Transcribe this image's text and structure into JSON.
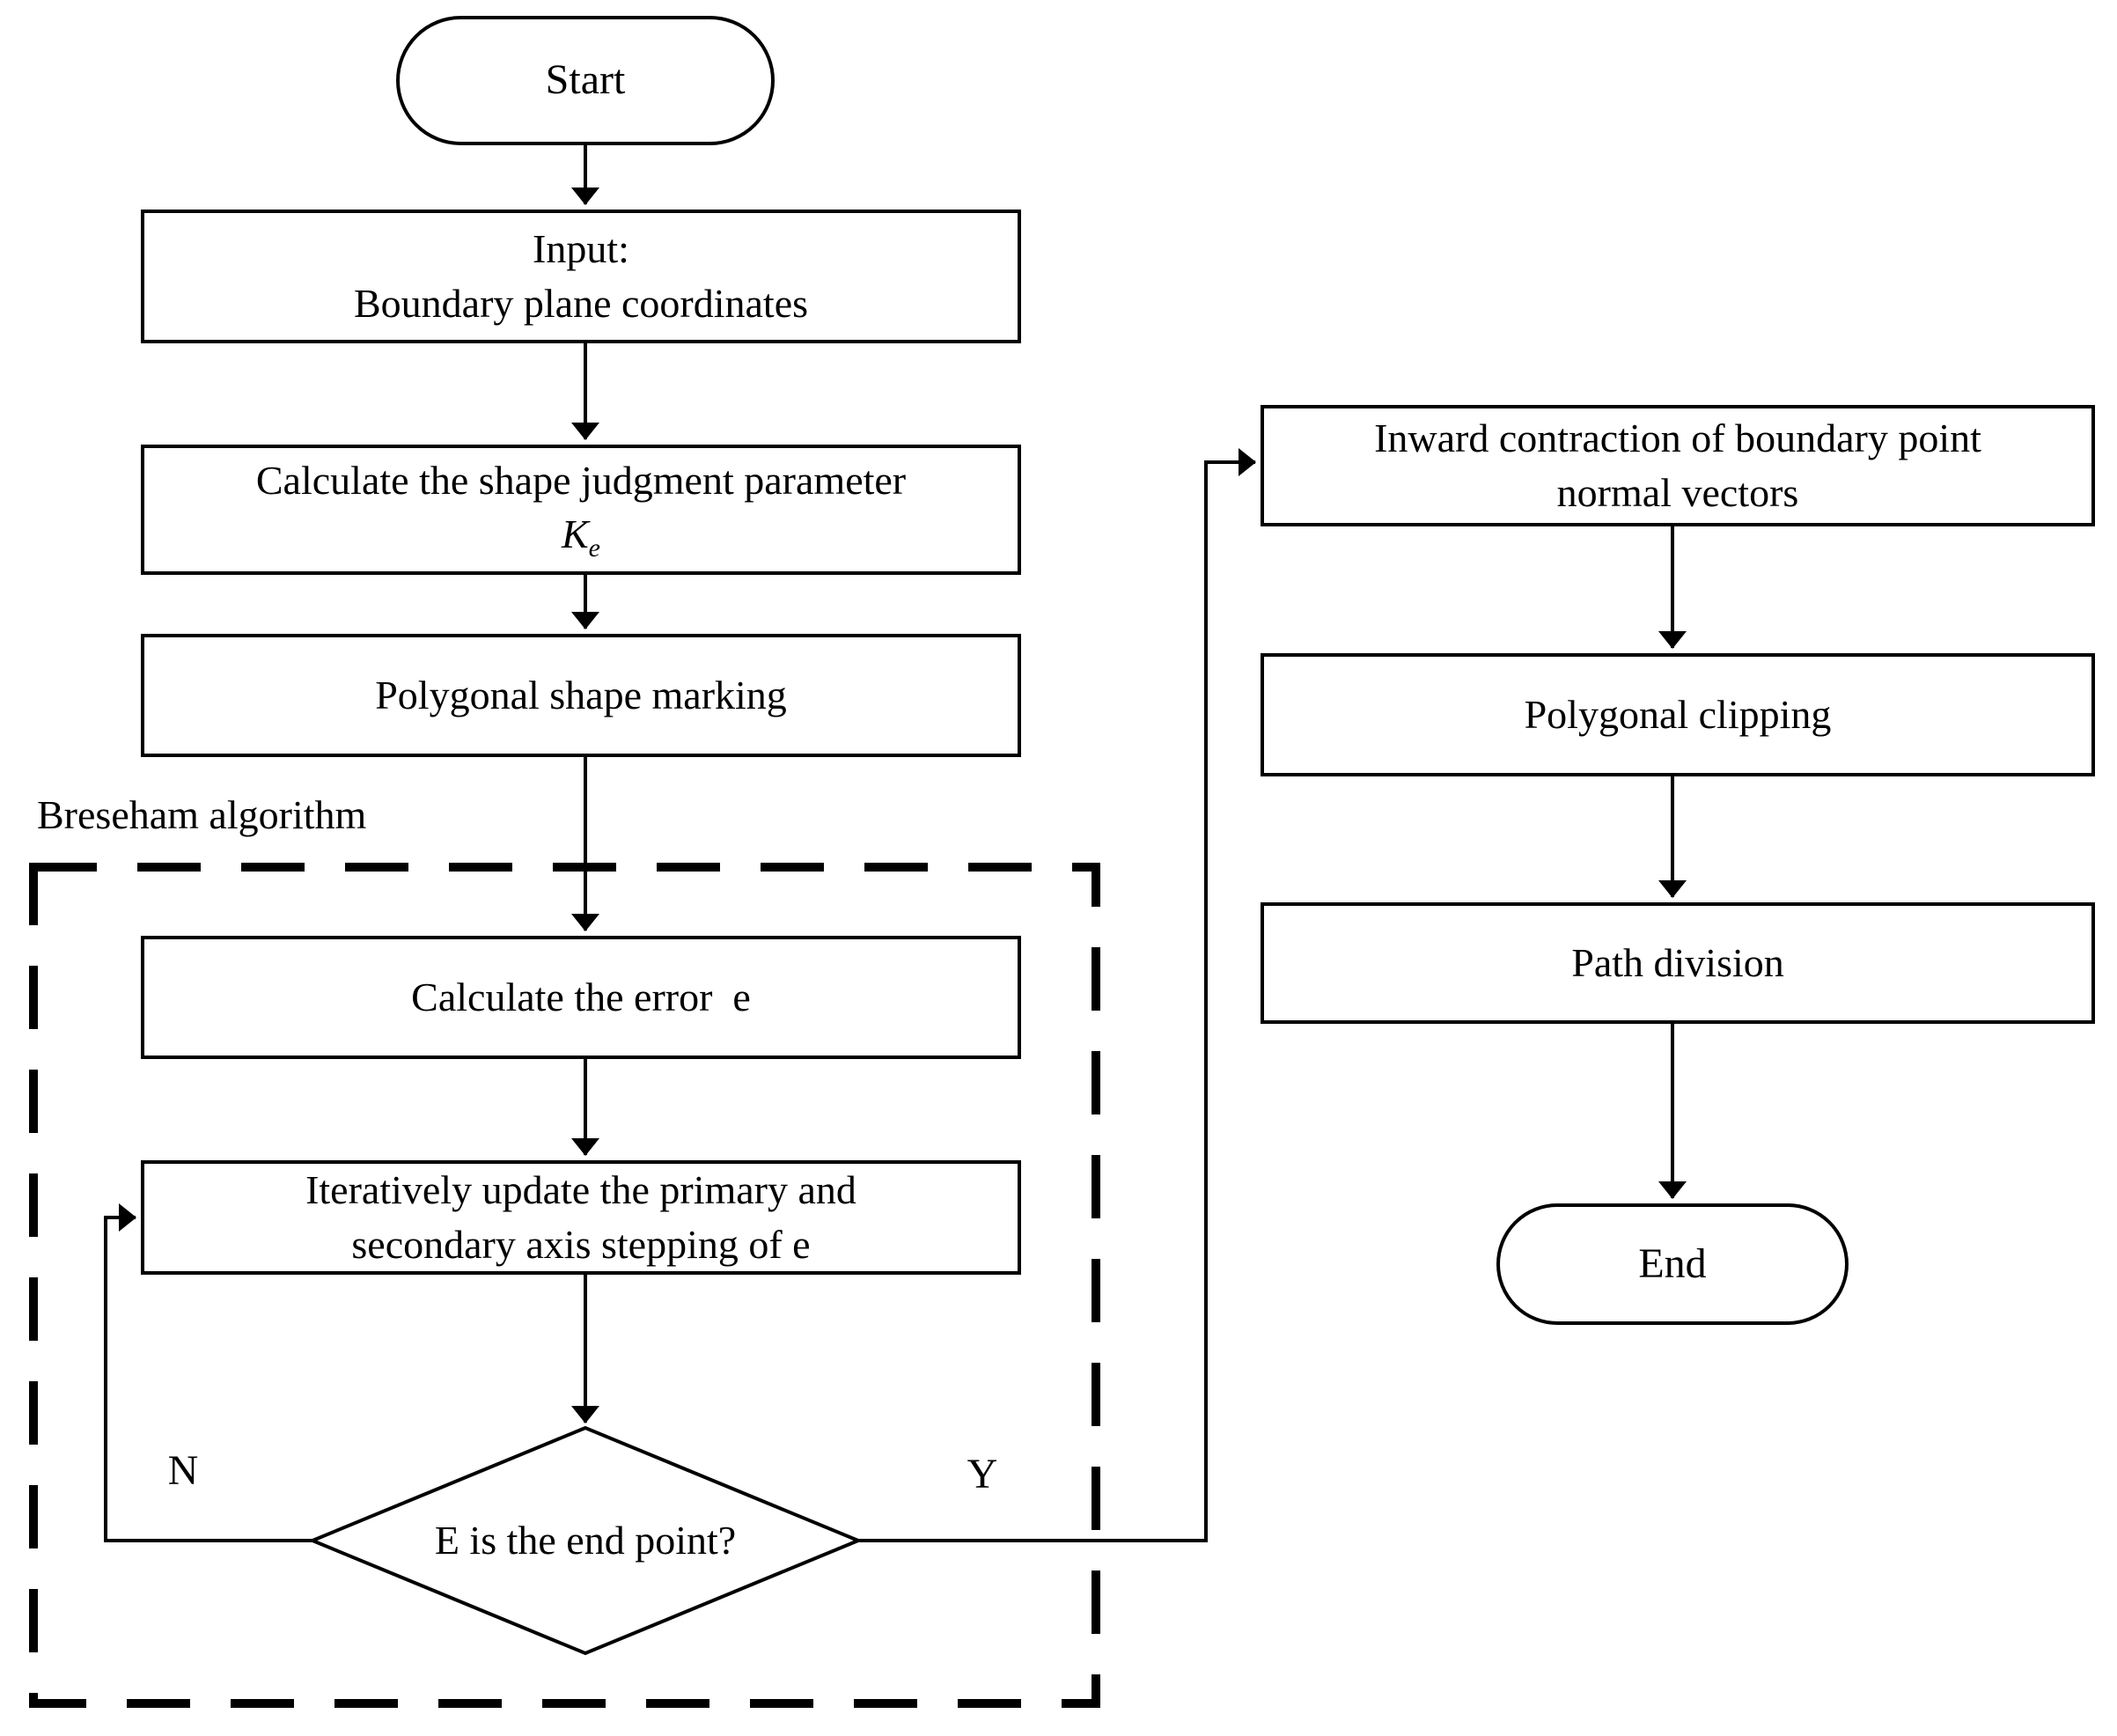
{
  "flowchart": {
    "region_label": "Breseham algorithm",
    "branch_no": "N",
    "branch_yes": "Y",
    "nodes": {
      "start": "Start",
      "input_line1": "Input:",
      "input_line2": "Boundary plane coordinates",
      "shape_param_line1": "Calculate the shape judgment parameter",
      "shape_param_symbol": "K",
      "shape_param_symbol_sub": "e",
      "poly_marking": "Polygonal shape marking",
      "calc_error": "Calculate the error  e",
      "iter_line1": "Iteratively update the primary and",
      "iter_line2": "secondary axis stepping of e",
      "decision": "E is the end point?",
      "inward_line1": "Inward contraction of boundary point",
      "inward_line2": "normal vectors",
      "poly_clipping": "Polygonal clipping",
      "path_division": "Path division",
      "end": "End"
    },
    "colors": {
      "line": "#000000",
      "background": "#ffffff",
      "text": "#000000"
    }
  }
}
